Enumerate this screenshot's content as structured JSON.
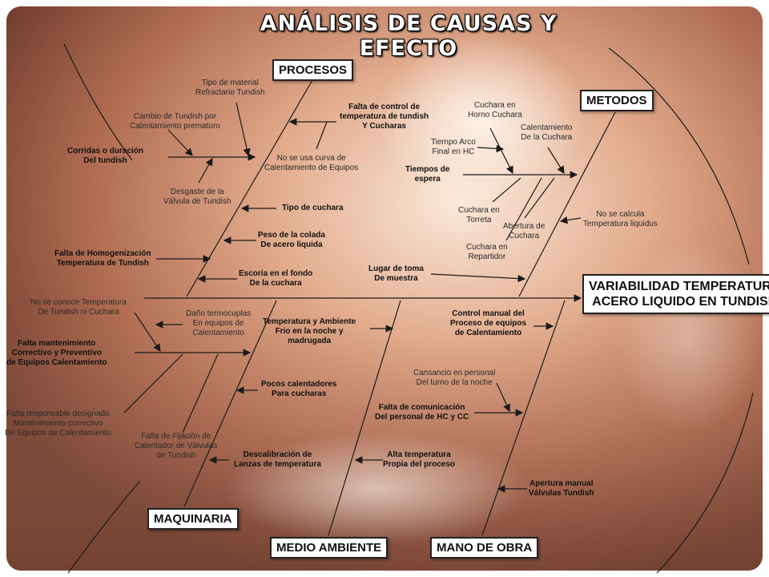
{
  "title": "ANÁLISIS DE CAUSAS Y EFECTO",
  "effect": {
    "line1": "VARIABILIDAD TEMPERATURA",
    "line2": "ACERO LIQUIDO EN TUNDISH"
  },
  "categories": {
    "procesos": "PROCESOS",
    "metodos": "METODOS",
    "maquinaria": "MAQUINARIA",
    "medio_ambiente": "MEDIO AMBIENTE",
    "mano_obra": "MANO DE OBRA"
  },
  "causes": {
    "procesos": {
      "tipo_material": [
        "Tipo de material",
        "Refractario Tundish"
      ],
      "cambio_tundish": [
        "Cambio de Tundish por",
        "Calentamiento prematuro"
      ],
      "falta_control": [
        "Falta de control de",
        "temperatura de tundish",
        "Y Cucharas"
      ],
      "corridas": [
        "Corridas o duración",
        "Del tundish"
      ],
      "no_curva": [
        "No se usa curva de",
        "Calentamiento de Equipos"
      ],
      "desgaste": [
        "Desgaste de la",
        "Válvula de Tundish"
      ],
      "tipo_cuchara": [
        "Tipo de cuchara"
      ],
      "peso_colada": [
        "Peso de la colada",
        "De acero liquida"
      ],
      "falta_homog": [
        "Falta de Homogenización",
        "Temperatura de Tundish"
      ],
      "escoria": [
        "Escoria en el fondo",
        "De la cuchara"
      ]
    },
    "metodos": {
      "cuchara_horno": [
        "Cuchara en",
        "Horno Cuchara"
      ],
      "calentamiento_cuchara": [
        "Calentamiento",
        "De la Cuchara"
      ],
      "tiempo_arco": [
        "Tiempo Arco",
        "Final en HC"
      ],
      "tiempos_espera": [
        "Tiempos de",
        "espera"
      ],
      "cuchara_torreta": [
        "Cuchara en",
        "Torreta"
      ],
      "abertura": [
        "Abertura de",
        "Cuchara"
      ],
      "no_calcula": [
        "No se calcula",
        "Temperatura liquidus"
      ],
      "cuchara_repartidor": [
        "Cuchara en",
        "Repartidor"
      ],
      "lugar_toma": [
        "Lugar de toma",
        "De muestra"
      ]
    },
    "maquinaria": {
      "no_conoce": [
        "No se conoce Temperatura",
        "De Tundish ni Cuchara"
      ],
      "dano_termocuplas": [
        "Daño termocuplas",
        "En equipos de",
        "Calentamiento"
      ],
      "falta_mant": [
        "Falta mantenimiento",
        "Correctivo y Preventivo",
        "de Equipos Calentamiento"
      ],
      "falta_resp": [
        "Falta responsable designado",
        "Mantenimiento correctivo",
        "De Equipos de Calentamiento"
      ],
      "falta_fijacion": [
        "Falta de Fijación de",
        "Calentador de Válvulas",
        "de Tundish"
      ],
      "pocos_calentadores": [
        "Pocos calentadores",
        "Para cucharas"
      ],
      "descalibracion": [
        "Descalibración de",
        "Lanzas de temperatura"
      ]
    },
    "medio_ambiente": {
      "temp_ambiente": [
        "Temperatura y Ambiente",
        "Frio en la noche y",
        "madrugada"
      ],
      "alta_temp": [
        "Alta temperatura",
        "Propia del proceso"
      ]
    },
    "mano_obra": {
      "control_manual": [
        "Control manual del",
        "Proceso de equipos",
        "de Calentamiento"
      ],
      "cansancio": [
        "Cansancio en personal",
        "Del turno de la noche"
      ],
      "falta_comunicacion": [
        "Falta de comunicación",
        "Del personal de HC y CC"
      ],
      "apertura_manual": [
        "Apertura manual",
        "Válvulas Tundish"
      ]
    }
  },
  "colors": {
    "background_dark": "#5a3326",
    "background_warm": "#c9876a",
    "background_light": "#f4d7c4",
    "line": "#1a1a1a",
    "box": "#ffffff"
  }
}
